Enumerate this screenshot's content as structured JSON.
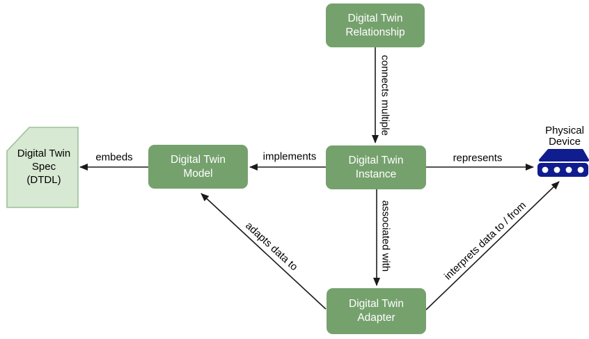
{
  "nodes": {
    "relationship": {
      "label": "Digital Twin Relationship"
    },
    "model": {
      "label": "Digital Twin Model"
    },
    "instance": {
      "label": "Digital Twin Instance"
    },
    "adapter": {
      "label": "Digital Twin Adapter"
    },
    "spec": {
      "lines": [
        "Digital Twin",
        "Spec",
        "(DTDL)"
      ]
    },
    "device": {
      "lines": [
        "Physical",
        "Device"
      ]
    }
  },
  "edges": {
    "connects": {
      "label": "connects multiple"
    },
    "implements": {
      "label": "implements"
    },
    "embeds": {
      "label": "embeds"
    },
    "represents": {
      "label": "represents"
    },
    "associated": {
      "label": "associated with"
    },
    "adapts": {
      "label": "adapts data to"
    },
    "interprets": {
      "label": "interprets data to / from"
    }
  },
  "colors": {
    "node_green": "#75a16d",
    "node_text": "#ffffff",
    "spec_fill": "#d7e8d3",
    "spec_border": "#9cc296",
    "device_blue": "#0f1d8e",
    "arrow_black": "#1a1a1a",
    "label_text": "#000000",
    "background": "#ffffff"
  }
}
